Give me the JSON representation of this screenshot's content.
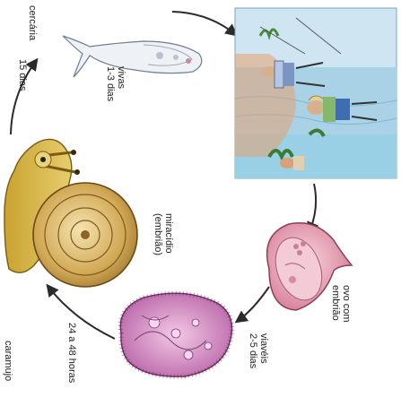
{
  "diagram": {
    "stages": {
      "cercaria": "cercária",
      "cercaria_days": "15 dias",
      "cercaria_alive_line1": "vivas",
      "cercaria_alive_line2": "1-3 dias",
      "egg_line1": "ovo com",
      "egg_line2": "embrião",
      "egg_viable_line1": "viavéis",
      "egg_viable_line2": "2-5 dias",
      "miracidium_line1": "miracídio",
      "miracidium_line2": "(embrião)",
      "miracidium_hours": "24 a 48 horas",
      "snail": "caramujo"
    },
    "colors": {
      "arrow": "#2b2b2b",
      "scene_bg": "#cfe6f2",
      "egg": "#e9a9b8",
      "miracidium": "#d8a0c8",
      "snail_shell": "#c99a40"
    }
  }
}
